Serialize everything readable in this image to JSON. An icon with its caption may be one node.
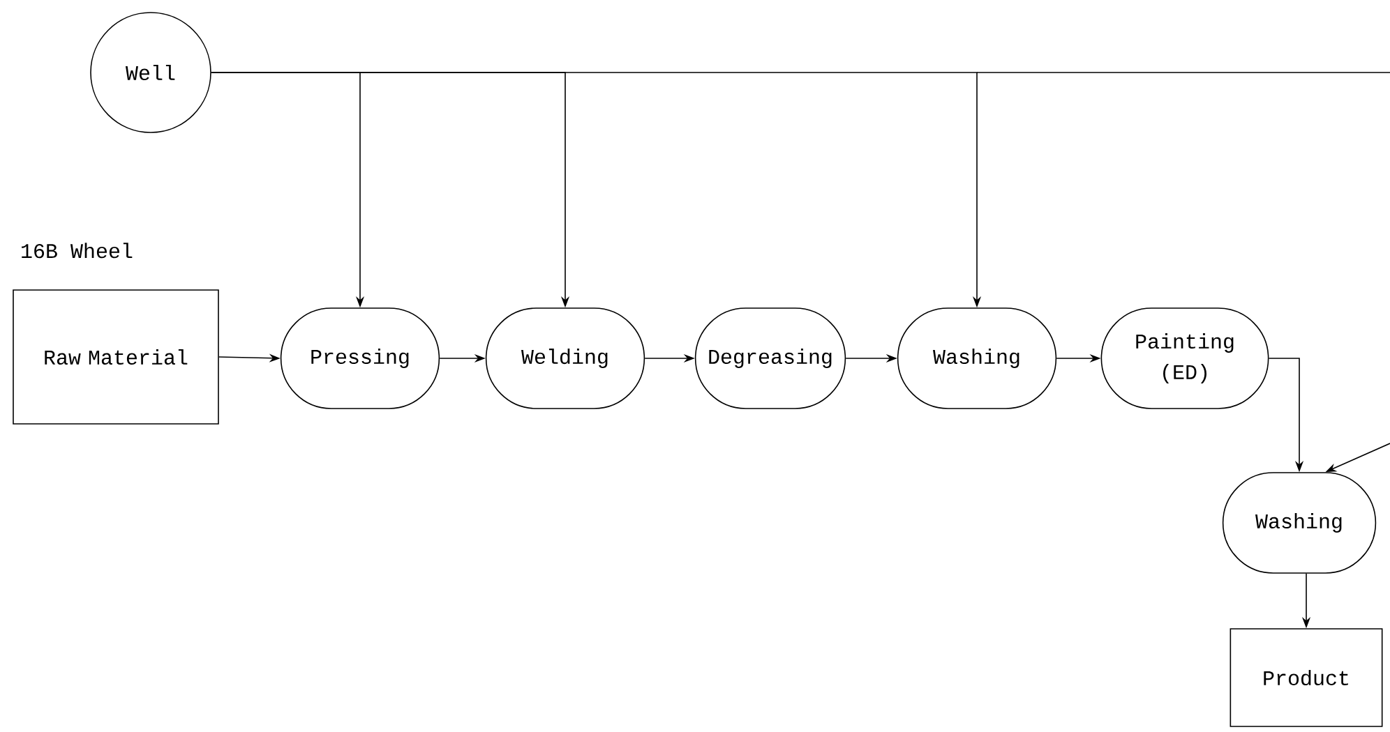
{
  "diagram": {
    "nodes": [
      {
        "text": [
          "Well"
        ]
      },
      {
        "text": [
          "16B Wheel",
          "Raw Material"
        ]
      },
      {
        "text": [
          "Pressing"
        ]
      },
      {
        "text": [
          "Welding"
        ]
      },
      {
        "text": [
          "Degreasing"
        ]
      },
      {
        "text": [
          "Washing"
        ]
      },
      {
        "text": [
          "Painting (ED)"
        ]
      },
      {
        "text": [
          "Washing"
        ]
      },
      {
        "text": [
          "Product"
        ]
      }
    ],
    "edges": [
      {
        "from": 0,
        "to": 2,
        "arrow": "to"
      },
      {
        "from": 0,
        "to": 3,
        "arrow": "to"
      },
      {
        "from": 0,
        "to": 5,
        "arrow": "to"
      },
      {
        "from": 1,
        "to": 2,
        "arrow": "to"
      },
      {
        "from": 2,
        "to": 3,
        "arrow": "to"
      },
      {
        "from": 3,
        "to": 4,
        "arrow": "to"
      },
      {
        "from": 4,
        "to": 5,
        "arrow": "to"
      },
      {
        "from": 5,
        "to": 6,
        "arrow": "to"
      },
      {
        "from": 6,
        "to": 7,
        "arrow": "to"
      },
      {
        "from": null,
        "to": 7,
        "arrow": "to"
      },
      {
        "from": 7,
        "to": 8,
        "arrow": "to"
      }
    ]
  }
}
